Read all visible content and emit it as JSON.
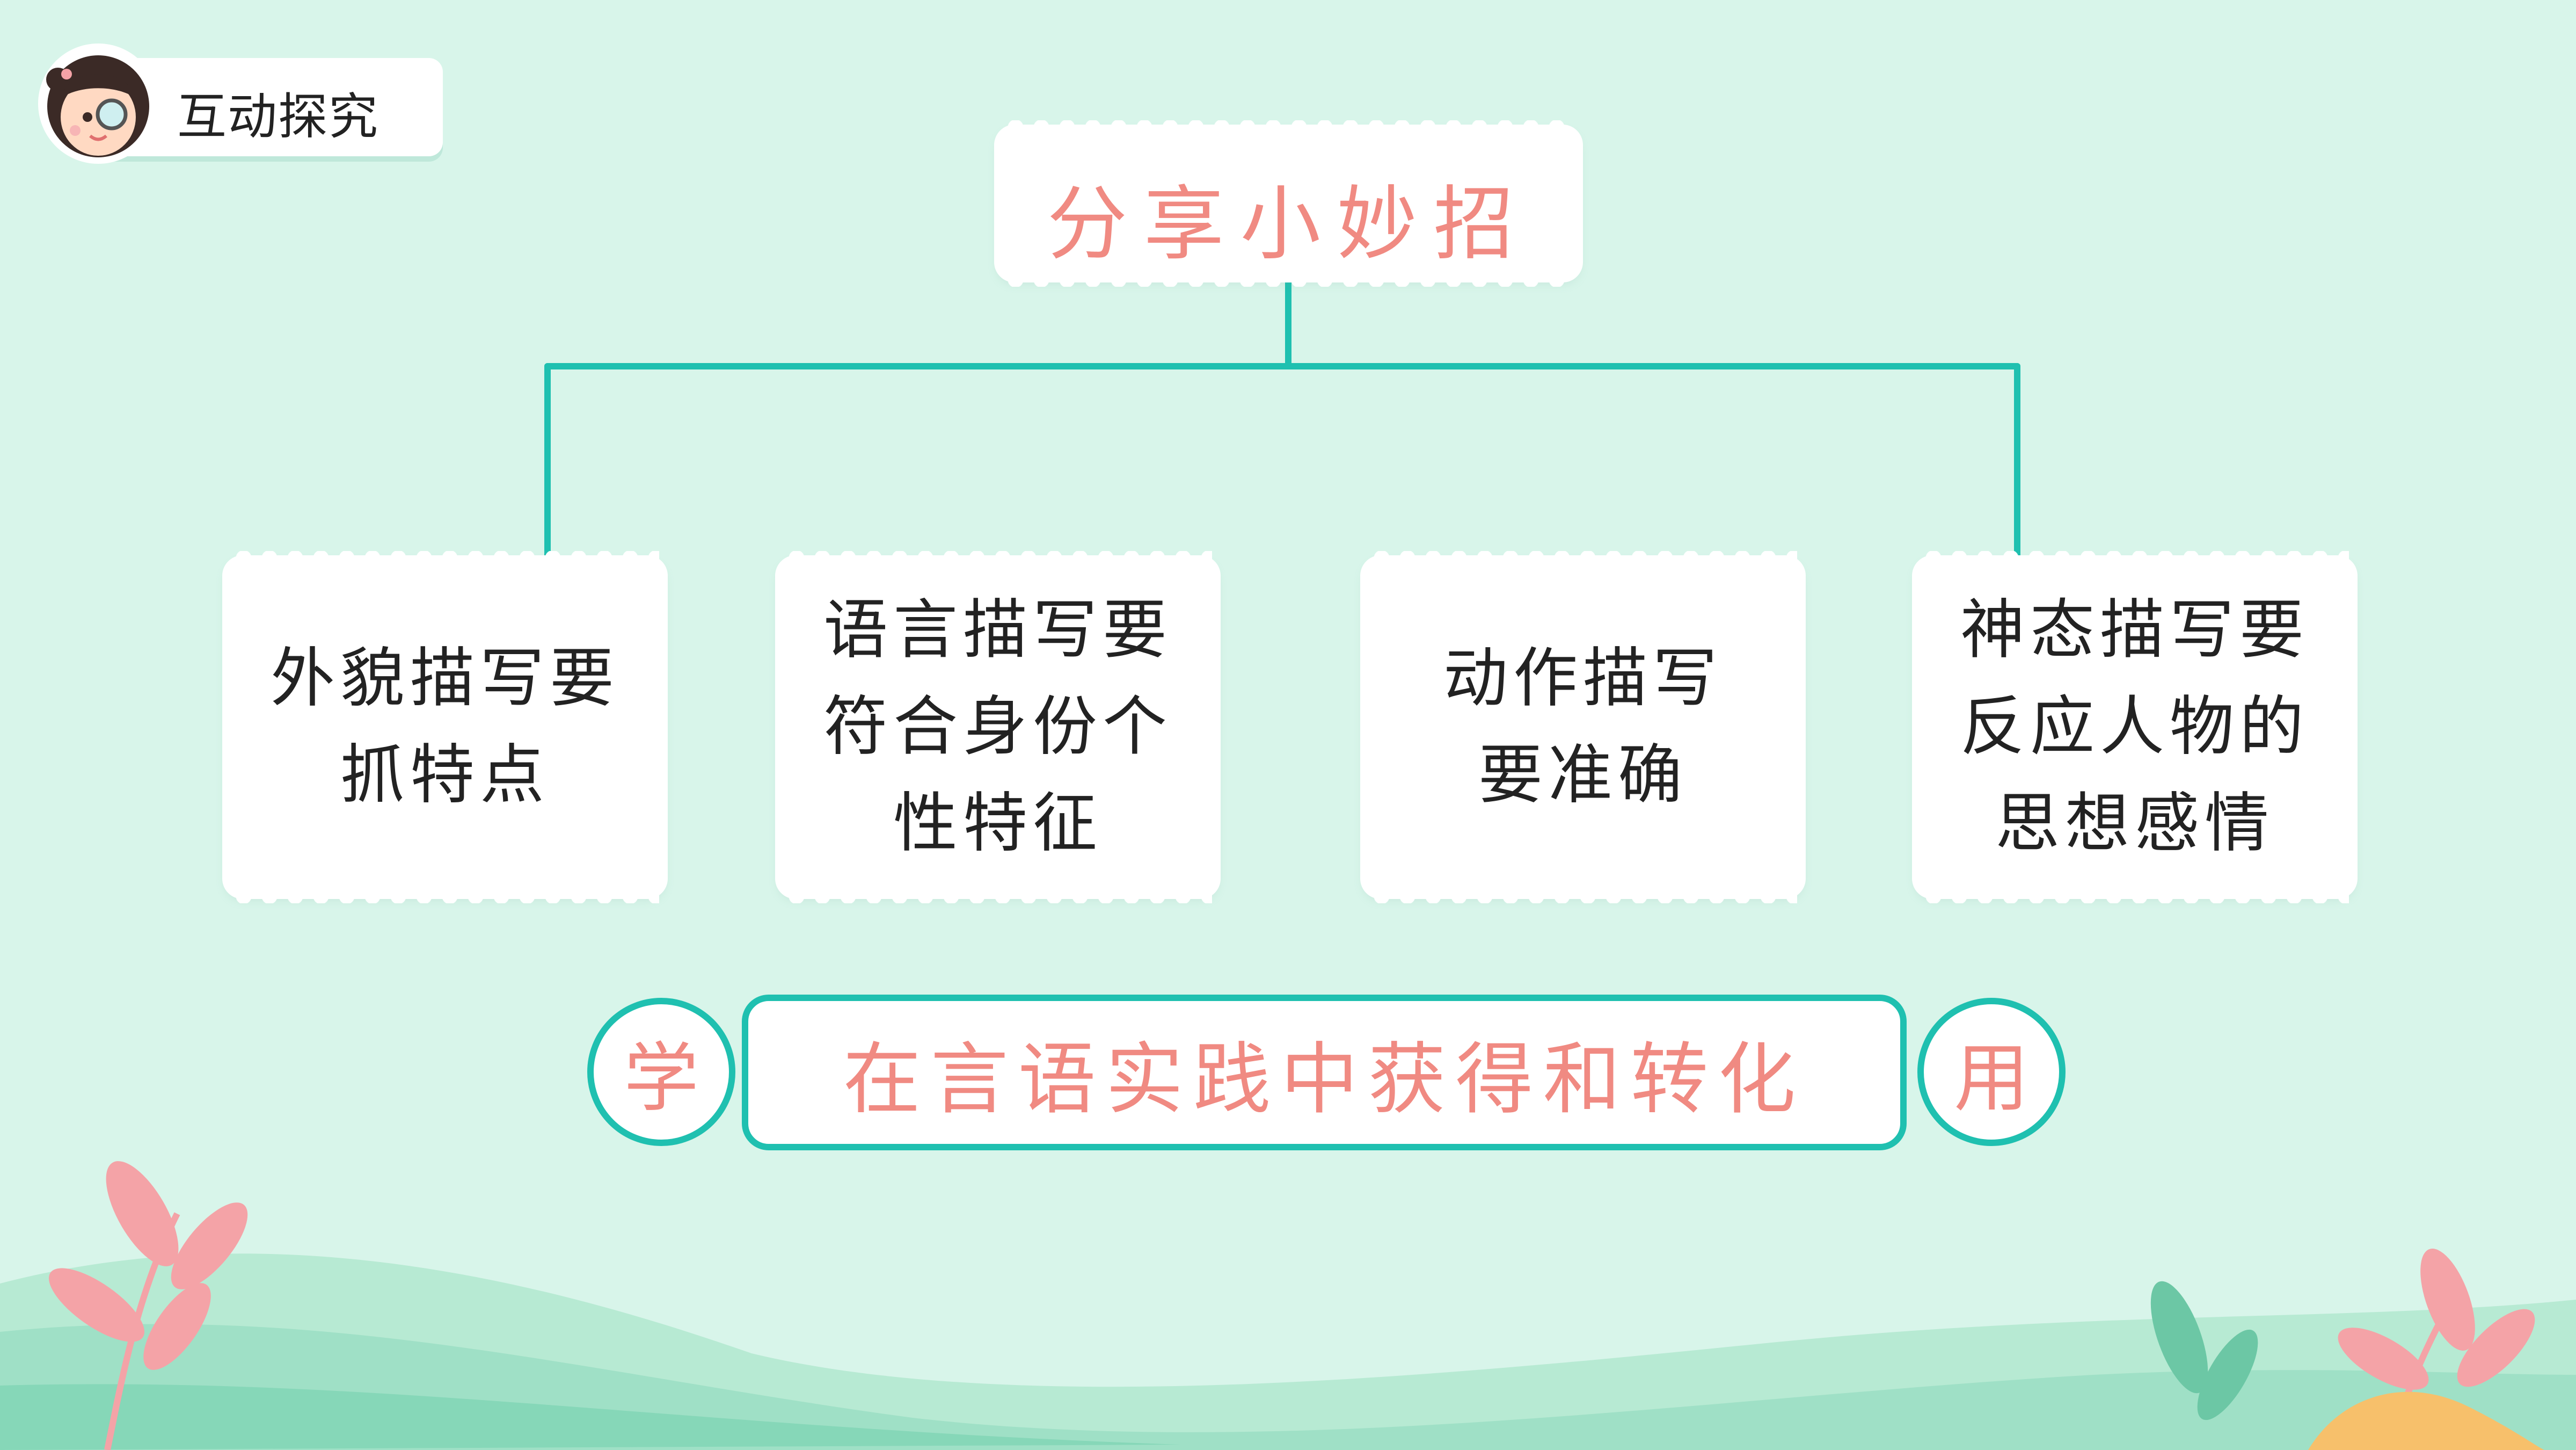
{
  "header": {
    "tag_label": "互动探究"
  },
  "diagram": {
    "root": "分享小妙招",
    "children": [
      {
        "text": "外貌描写要\n抓特点"
      },
      {
        "text": "语言描写要\n符合身份个\n性特征"
      },
      {
        "text": "动作描写\n要准确"
      },
      {
        "text": "神态描写要\n反应人物的\n思想感情"
      }
    ],
    "summary": {
      "left": "学",
      "middle": "在言语实践中获得和转化",
      "right": "用"
    }
  },
  "colors": {
    "accent": "#1fc0b0",
    "title_text": "#f08a82",
    "background": "#d8f5ea"
  }
}
